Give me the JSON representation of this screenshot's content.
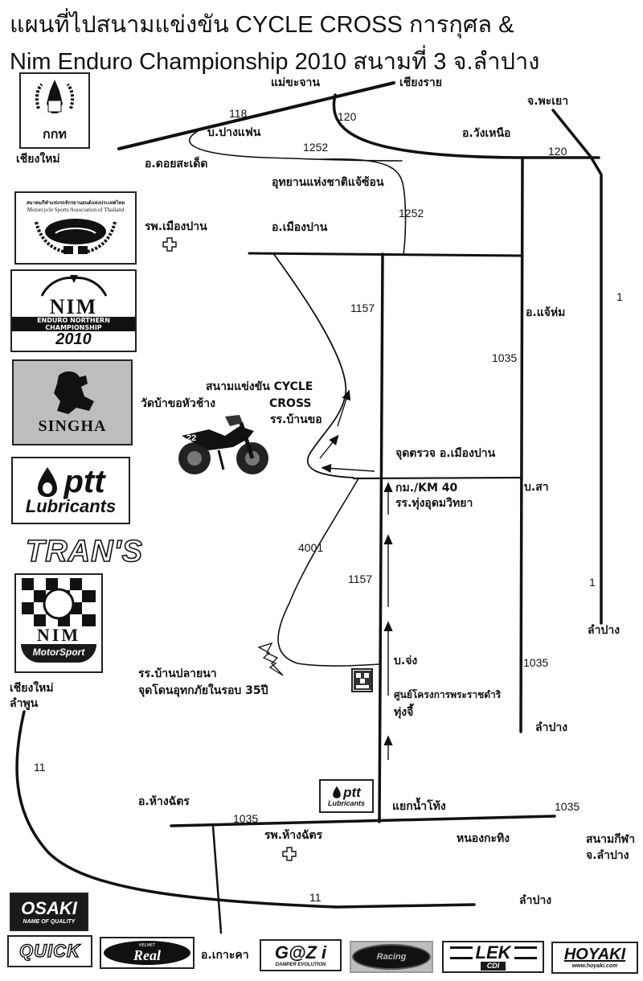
{
  "title": {
    "line1": "แผนที่ไปสนามแข่งขัน CYCLE CROSS  การกุศล &",
    "line2": "Nim Enduro Championship 2010 สนามที่ 3    จ.ลำปาง"
  },
  "places": {
    "mae_khachan": "แม่ขะจาน",
    "chiang_rai": "เชียงราย",
    "phayao": "จ.พะเยา",
    "ban_pang_faen": "บ.ปางแฟน",
    "wang_nuea": "อ.วังเหนือ",
    "chiang_mai_top": "เชียงใหม่",
    "doi_saket": "อ.ดอยสะเด็ด",
    "chae_son_park": "อุทยานแห่งชาติแจ้ซ้อน",
    "mueang_pan_hospital": "รพ.เมืองปาน",
    "mueang_pan": "อ.เมืองปาน",
    "chae_hom": "อ.แจ้ห่ม",
    "race_venue_line1": "สนามแข่งขัน CYCLE",
    "race_venue_line2": "CROSS",
    "race_venue_line3": "รร.บ้านขอ",
    "wat_ban_kho": "วัดบ้าขอหัวช้าง",
    "checkpoint": "จุดตรวจ อ.เมืองปาน",
    "km40": "กม./KM 40",
    "thung_udom_school": "รร.ทุ่งอุดมวิทยา",
    "ban_sa": "บ.สา",
    "lampang_right": "ลำปาง",
    "ban_chong": "บ.จ่ง",
    "royal_project_line1": "ศูนย์โครงการพระราชดำริ",
    "royal_project_line2": "ทุ่งจี้",
    "lampang_mid": "ลำปาง",
    "ban_plai_na_line1": "รร.บ้านปลายนา",
    "ban_plai_na_line2": "จุดโดนอุทกภัยในรอบ 35ปี",
    "chiang_mai_lamphun_line1": "เชียงใหม่",
    "chiang_mai_lamphun_line2": "ลำพูน",
    "hang_chat": "อ.ห้างฉัตร",
    "hang_chat_hospital": "รพ.ห้างฉัตร",
    "nam_tong_junction": "แยกน้ำโท้ง",
    "nong_kathing": "หนองกะทิง",
    "stadium_line1": "สนามกีฬา",
    "stadium_line2": "จ.ลำปาง",
    "lampang_bottom": "ลำปาง",
    "ko_kha": "อ.เกาะคา"
  },
  "roads": {
    "r118": "118",
    "r120_a": "120",
    "r120_b": "120",
    "r1252_a": "1252",
    "r1252_b": "1252",
    "r1_a": "1",
    "r1_b": "1",
    "r1157_a": "1157",
    "r1157_b": "1157",
    "r1035_a": "1035",
    "r1035_b": "1035",
    "r1035_c": "1035",
    "r1035_d": "1035",
    "r4001": "4001",
    "r11_a": "11",
    "r11_b": "11"
  },
  "logos": {
    "association_top": "กกท",
    "msat_line1": "สมาคมกีฬาแข่งรถจักรยานยนต์แห่งประเทศไทย",
    "msat_line2": "Motorcycle Sports Association of Thailand",
    "nim_enduro_1": "NIM",
    "nim_enduro_2": "ENDURO NORTHERN CHAMPIONSHIP",
    "nim_enduro_3": "2010",
    "singha": "SINGHA",
    "ptt_1": "ptt",
    "ptt_2": "Lubricants",
    "trans": "TRAN'S",
    "nim_motorsport_1": "NIM",
    "nim_motorsport_2": "MotorSport",
    "osaki_1": "OSAKI",
    "osaki_2": "NAME OF QUALITY",
    "quick": "QUICK",
    "real_1": "HELMET",
    "real_2": "Real",
    "gozi_1": "G@Z i",
    "gozi_2": "DAMPER EVOLUTION",
    "sponsor_oval": "Racing",
    "lek_1": "LEK",
    "lek_2": "CDI",
    "hoyaki_1": "HOYAKI",
    "hoyaki_2": "www.hoyaki.com"
  },
  "icons": {
    "hospital": "hospital-cross-icon",
    "lightning": "flood-lightning-icon",
    "motorbike": "motocross-bike-icon",
    "route_arrow": "route-arrow-icon"
  }
}
